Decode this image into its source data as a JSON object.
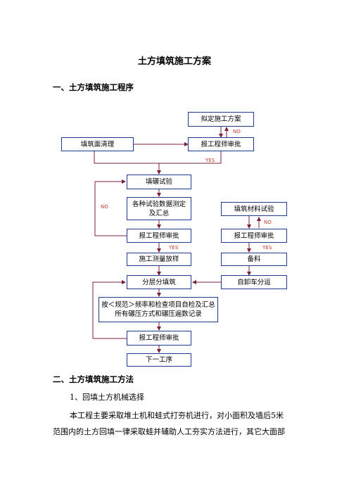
{
  "title": "土方填筑施工方案",
  "section1": "一、土方填筑施工程序",
  "flow": {
    "plan": "拟定施工方案",
    "clean": "填筑面清理",
    "review1": "报工程师审批",
    "compact_test": "填碾试验",
    "data": "各种试验数据测定及汇总",
    "review2": "报工程师审批",
    "survey": "施工测量放样",
    "layer": "分层分填筑",
    "check": "按＜规范＞频率和检查项目自检及汇总所有碾压方式和碾压遍数记录",
    "review3": "报工程师审批",
    "next": "下一工序",
    "material_test": "填筑材料试验",
    "review4": "报工程师审批",
    "prep": "备料",
    "truck": "自卸车分运",
    "no": "NO",
    "yes": "YES"
  },
  "section2": "二、土方填筑施工方法",
  "sub1": "1、回填土方机械选择",
  "body_line1": "本工程主要采取堆土机和蛙式打夯机进行，对小面积及墙后5米",
  "body_line2": "范围内的土方回填一律采取蛙并辅助人工夯实方法进行，其它大面部"
}
